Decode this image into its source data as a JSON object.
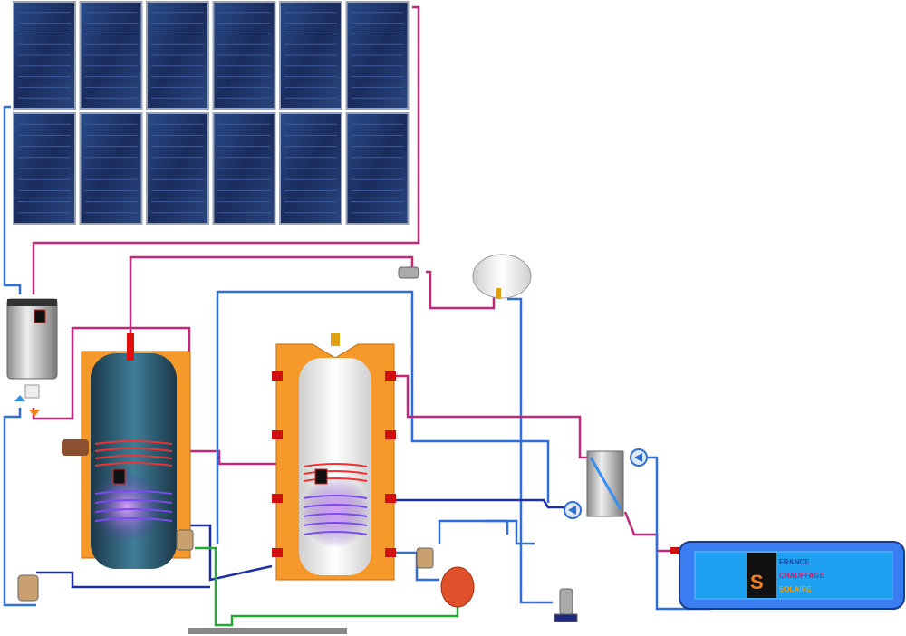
{
  "brand": {
    "line1": "FRANCE",
    "line2": "CHAUFFAGE",
    "line3": "SOLAIRE",
    "colors": {
      "line1": "#1f3fa8",
      "line2": "#c0206a",
      "line3": "#e0a020"
    }
  },
  "colors": {
    "hot_pipe": "#c2287a",
    "cold_pipe": "#2f6fd6",
    "dark_cold_pipe": "#1d2fa8",
    "green_pipe": "#22aa33",
    "tank_insulation": "#f5992a",
    "panel": "#1c2f5e",
    "pool": "#3a7df0"
  },
  "components": [
    "solar-collectors",
    "solar-station",
    "solar-tank",
    "buffer-tank",
    "expansion-vessel",
    "plate-heat-exchanger",
    "pool",
    "circulator-pumps"
  ]
}
